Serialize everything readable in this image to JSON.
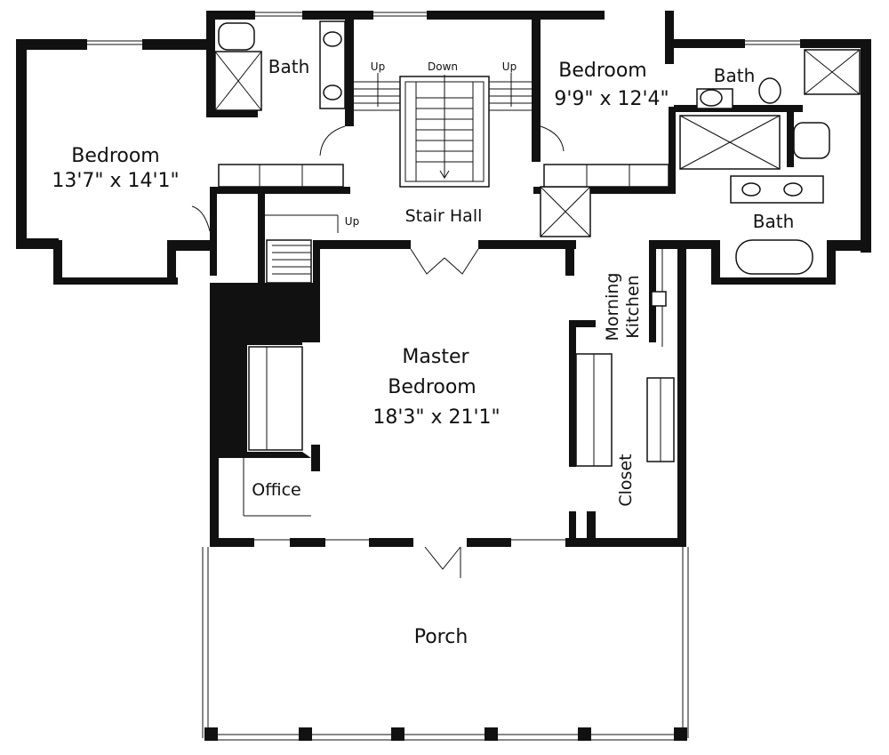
{
  "rooms": {
    "bedroom_left": {
      "name": "Bedroom",
      "size": "13'7\" x 14'1\""
    },
    "bath_upper_left": {
      "name": "Bath"
    },
    "bedroom_right": {
      "name": "Bedroom",
      "size": "9'9\" x 12'4\""
    },
    "bath_upper_right": {
      "name": "Bath"
    },
    "bath_right": {
      "name": "Bath"
    },
    "stair_hall": {
      "name": "Stair Hall"
    },
    "master_bedroom": {
      "line1": "Master",
      "line2": "Bedroom",
      "size": "18'3\" x 21'1\""
    },
    "morning_kitchen": {
      "line1": "Morning",
      "line2": "Kitchen"
    },
    "closet": {
      "name": "Closet"
    },
    "office": {
      "name": "Office"
    },
    "porch": {
      "name": "Porch"
    }
  },
  "stairs": {
    "up_left": "Up",
    "down": "Down",
    "up_right": "Up",
    "up_lower": "Up"
  }
}
